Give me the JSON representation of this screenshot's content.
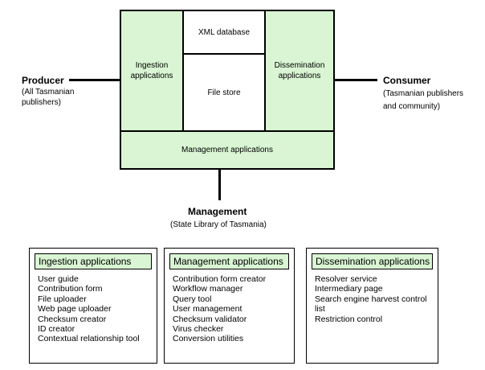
{
  "diagram": {
    "core": {
      "ingestion": "Ingestion applications",
      "xml_database": "XML database",
      "file_store": "File store",
      "dissemination": "Dissemination applications",
      "management": "Management applications"
    },
    "producer": {
      "title": "Producer",
      "line1": "(All Tasmanian",
      "line2": "publishers)"
    },
    "consumer": {
      "title": "Consumer",
      "line1": "(Tasmanian publishers",
      "line2": "and community)"
    },
    "management_actor": {
      "title": "Management",
      "subtitle": "(State Library of Tasmania)"
    },
    "lists": [
      {
        "title": "Ingestion applications",
        "items": [
          "User guide",
          "Contribution form",
          "File uploader",
          "Web page uploader",
          "Checksum creator",
          "ID creator",
          "Contextual relationship tool"
        ]
      },
      {
        "title": "Management applications",
        "items": [
          "Contribution form creator",
          "Workflow manager",
          "Query tool",
          "User management",
          "Checksum validator",
          "Virus checker",
          "Conversion utilities"
        ]
      },
      {
        "title": "Dissemination applications",
        "items": [
          "Resolver service",
          "Intermediary page",
          "Search engine harvest control list",
          "Restriction control"
        ]
      }
    ]
  }
}
